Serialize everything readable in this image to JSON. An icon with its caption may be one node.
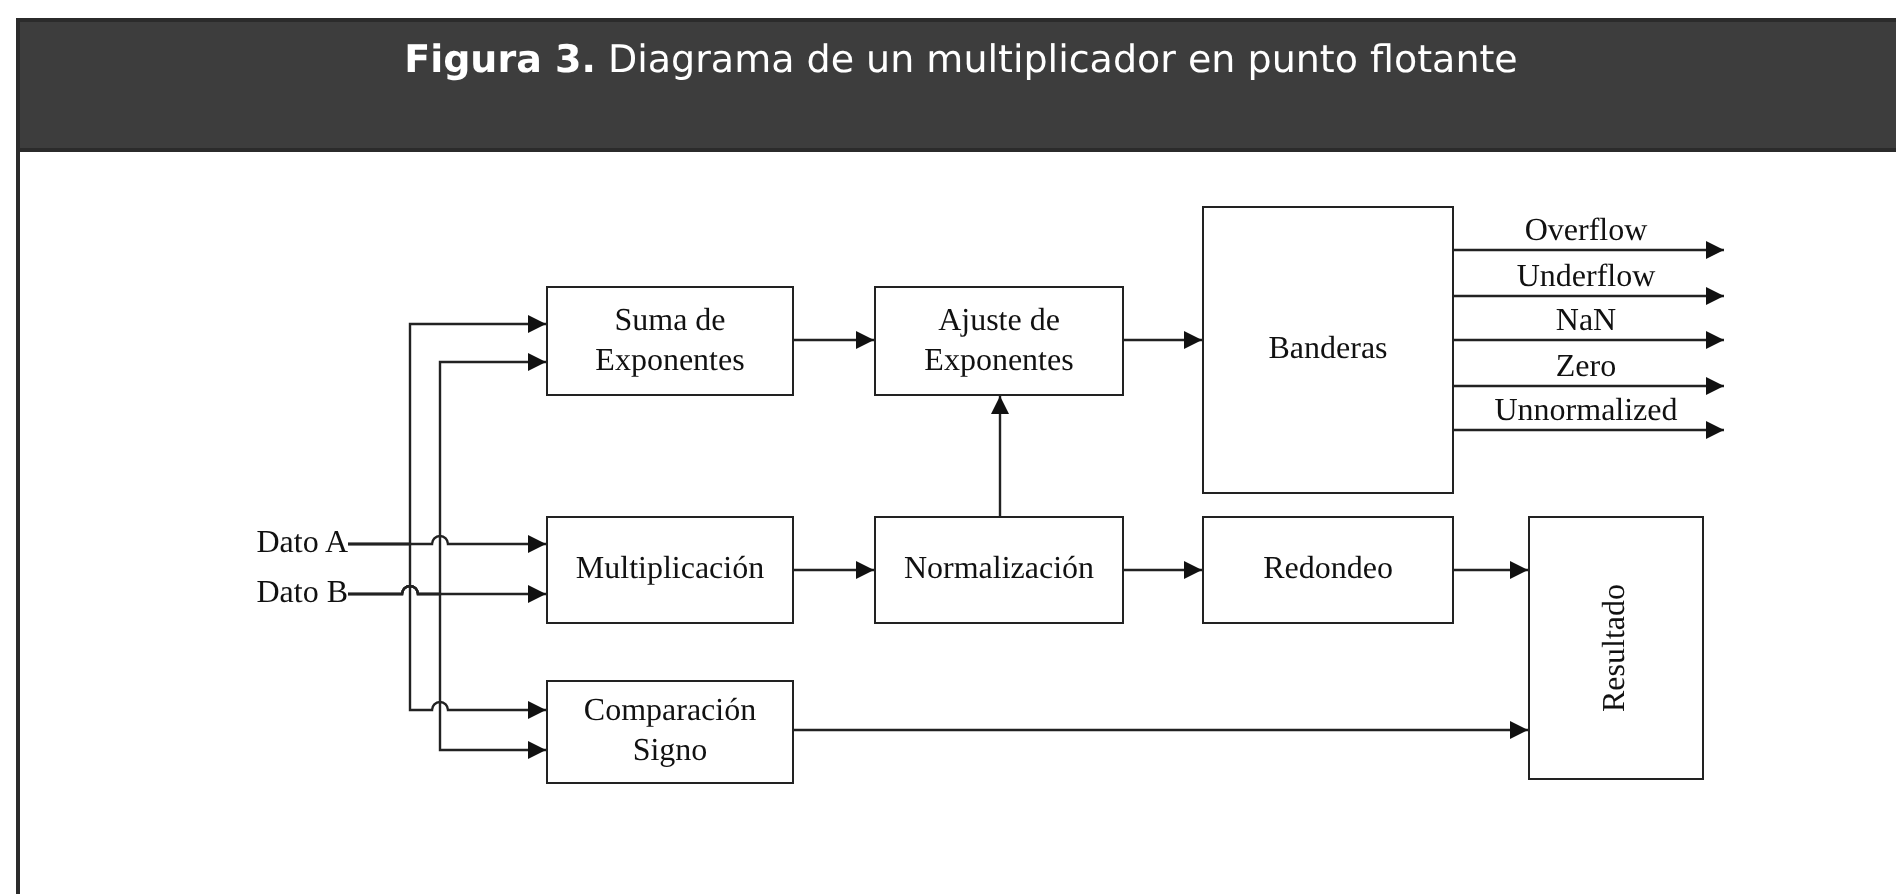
{
  "diagram": {
    "title": "**Figura 3.** Diagrama de un multiplicador en punto flotante",
    "nodes": [
      {
        "text": [
          "Dato A"
        ]
      },
      {
        "text": [
          "Dato B"
        ]
      },
      {
        "text": [
          "Suma de Exponentes"
        ]
      },
      {
        "text": [
          "Ajuste de Exponentes"
        ]
      },
      {
        "text": [
          "Banderas"
        ]
      },
      {
        "text": [
          "Multiplicación"
        ]
      },
      {
        "text": [
          "Normalización"
        ]
      },
      {
        "text": [
          "Redondeo"
        ]
      },
      {
        "text": [
          "Resultado"
        ]
      },
      {
        "text": [
          "Comparación Signo"
        ]
      }
    ],
    "edges": [
      {
        "from": 0,
        "to": 2,
        "arrow": "to"
      },
      {
        "from": 0,
        "to": 5,
        "arrow": "to"
      },
      {
        "from": 0,
        "to": 9,
        "arrow": "to"
      },
      {
        "from": 1,
        "to": 2,
        "arrow": "to"
      },
      {
        "from": 1,
        "to": 5,
        "arrow": "to"
      },
      {
        "from": 1,
        "to": 9,
        "arrow": "to"
      },
      {
        "from": 2,
        "to": 3,
        "arrow": "to"
      },
      {
        "from": 3,
        "to": 4,
        "arrow": "to"
      },
      {
        "from": 5,
        "to": 6,
        "arrow": "to"
      },
      {
        "from": 6,
        "to": 3,
        "arrow": "to"
      },
      {
        "from": 6,
        "to": 7,
        "arrow": "to"
      },
      {
        "from": 7,
        "to": 8,
        "arrow": "to"
      },
      {
        "from": 9,
        "to": 8,
        "arrow": "to"
      },
      {
        "from": 4,
        "to": null,
        "arrow": "to",
        "label": "Overflow"
      },
      {
        "from": 4,
        "to": null,
        "arrow": "to",
        "label": "Underflow"
      },
      {
        "from": 4,
        "to": null,
        "arrow": "to",
        "label": "NaN"
      },
      {
        "from": 4,
        "to": null,
        "arrow": "to",
        "label": "Zero"
      },
      {
        "from": 4,
        "to": null,
        "arrow": "to",
        "label": "Unnormalized"
      }
    ]
  }
}
